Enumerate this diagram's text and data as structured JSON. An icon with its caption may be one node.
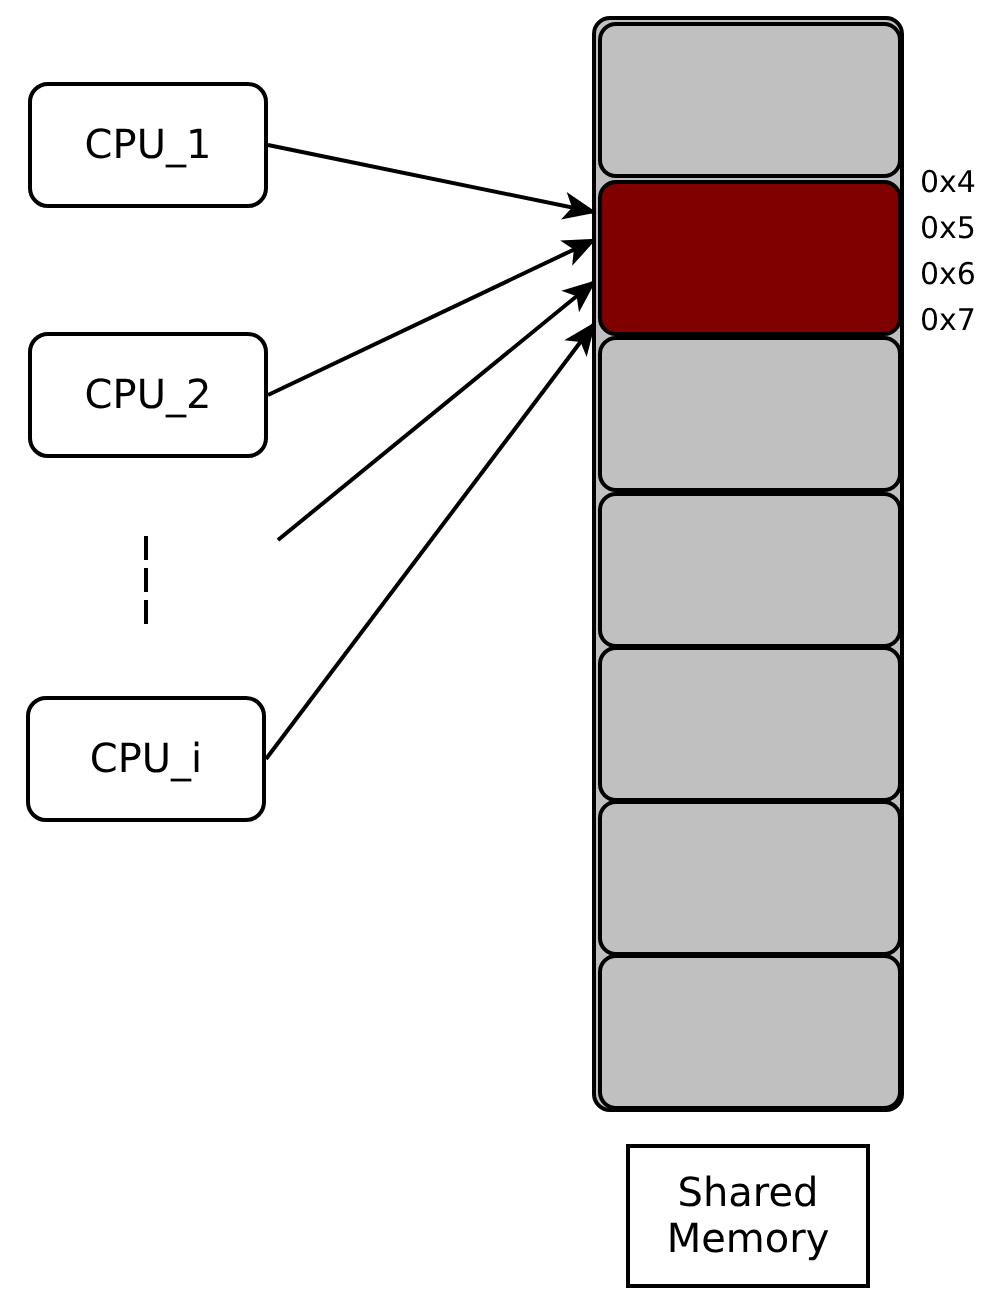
{
  "diagram": {
    "nodes": [
      {
        "text": [
          "CPU_1"
        ]
      },
      {
        "text": [
          "CPU_2"
        ]
      },
      {
        "text": [
          "CPU_i"
        ]
      },
      {
        "text": [],
        "shape": "box"
      },
      {
        "text": [],
        "shape": "box",
        "in": 3
      },
      {
        "text": [],
        "shape": "box",
        "in": 3
      },
      {
        "text": [],
        "shape": "box",
        "in": 3
      },
      {
        "text": [],
        "shape": "box",
        "in": 3
      },
      {
        "text": [],
        "shape": "box",
        "in": 3
      },
      {
        "text": [],
        "shape": "box",
        "in": 3
      },
      {
        "text": [],
        "shape": "box",
        "in": 3
      },
      {
        "text": [
          "Shared Memory"
        ]
      }
    ],
    "edges": [
      {
        "from": 0,
        "to": 5,
        "arrow": "to"
      },
      {
        "from": 1,
        "to": 5,
        "arrow": "to"
      },
      {
        "from": null,
        "to": 5,
        "arrow": "to"
      },
      {
        "from": 2,
        "to": 5,
        "arrow": "to"
      }
    ],
    "labels": [
      "0x4",
      "0x5",
      "0x6",
      "0x7"
    ]
  }
}
